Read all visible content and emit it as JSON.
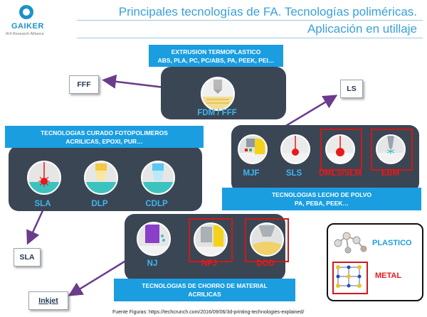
{
  "header": {
    "title_line1": "Principales tecnologías de FA. Tecnologías poliméricas.",
    "title_line2": "Aplicación en utillaje",
    "logo_name": "GAIKER",
    "logo_sub": "IK4 Research Alliance"
  },
  "extrusion": {
    "line1": "EXTRUSION TERMOPLASTICO",
    "line2": "ABS, PLA, PC, PC/ABS, PA, PEEK, PEI…",
    "tech": "FDM / FFF"
  },
  "curado": {
    "line1": "TECNOLOGIAS CURADO FOTOPOLIMEROS",
    "line2": "ACRILICAS, EPOXI, PUR…",
    "techs": [
      "SLA",
      "DLP",
      "CDLP"
    ]
  },
  "lecho": {
    "line1": "TECNOLOGIAS LECHO DE POLVO",
    "line2": "PA, PEBA, PEEK…",
    "techs": [
      "MJF",
      "SLS",
      "DMLS/SLM",
      "EBM"
    ]
  },
  "chorro": {
    "line1": "TECNOLOGIAS DE CHORRO DE MATERIAL",
    "line2": "ACRILICAS",
    "techs": [
      "NJ",
      "NPJ",
      "DOD"
    ]
  },
  "tags": {
    "fff": "FFF",
    "ls": "LS",
    "sla": "SLA",
    "inkjet": "Inkjet"
  },
  "legend": {
    "plastico": "PLASTICO",
    "metal": "METAL"
  },
  "colors": {
    "panel": "#3a4654",
    "blue": "#1b9ee0",
    "label_blue": "#3fb6f0",
    "red": "#e8191a",
    "arrow": "#6b3b8c"
  },
  "footer": "Fuente Figuras: https://techcrunch.com/2016/09/06/3d-printing-technologies-explained/"
}
